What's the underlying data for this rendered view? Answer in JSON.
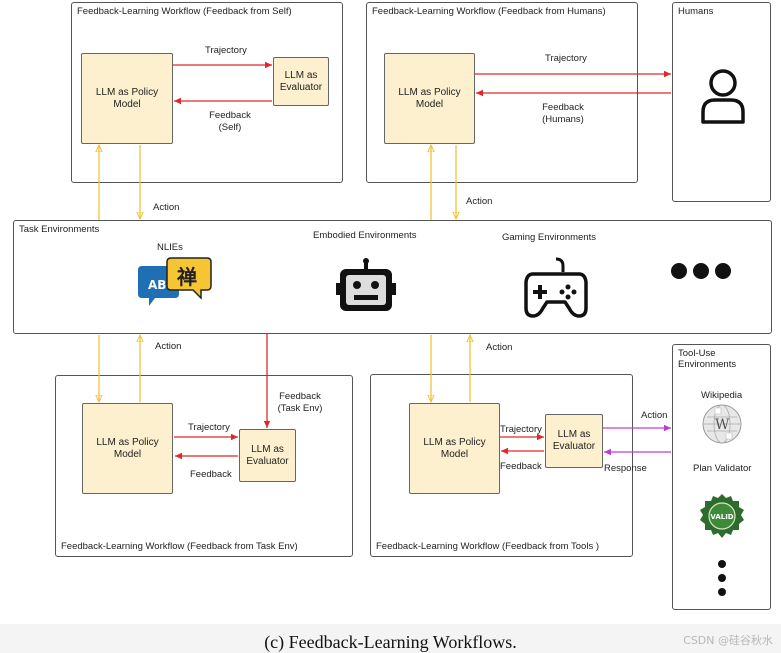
{
  "panels": {
    "self": {
      "title": "Feedback-Learning Workflow (Feedback from Self)",
      "policy": "LLM as Policy\nModel",
      "evaluator": "LLM as\nEvaluator",
      "trajectory": "Trajectory",
      "feedback": "Feedback\n(Self)"
    },
    "humans_flow": {
      "title": "Feedback-Learning Workflow (Feedback from Humans)",
      "policy": "LLM as Policy\nModel",
      "trajectory": "Trajectory",
      "feedback": "Feedback\n(Humans)"
    },
    "humans": {
      "title": "Humans"
    },
    "task_env": {
      "title": "Feedback-Learning Workflow (Feedback from Task Env)",
      "policy": "LLM as Policy\nModel",
      "evaluator": "LLM as\nEvaluator",
      "trajectory": "Trajectory",
      "feedback": "Feedback",
      "feedback_env": "Feedback\n(Task Env)"
    },
    "tools": {
      "title": "Feedback-Learning Workflow (Feedback from Tools )",
      "policy": "LLM as Policy\nModel",
      "evaluator": "LLM as\nEvaluator",
      "trajectory": "Trajectory",
      "feedback": "Feedback"
    }
  },
  "task_environments": {
    "title": "Task Environments",
    "items": [
      "NLIEs",
      "Embodied Environments",
      "Gaming Environments"
    ]
  },
  "tool_use": {
    "title": "Tool-Use\nEnvironments",
    "items": [
      "Wikipedia",
      "Plan Validator"
    ],
    "badge_text": "VALID",
    "action": "Action",
    "response": "Response"
  },
  "action_labels": {
    "top_left": "Action",
    "top_right": "Action",
    "bottom_left": "Action",
    "bottom_right": "Action"
  },
  "caption": "(c) Feedback-Learning Workflows.",
  "watermark": "CSDN @硅谷秋水",
  "colors": {
    "node_fill": "#fdf0cf",
    "red": "#e02828",
    "yellow": "#f4c23a",
    "purple": "#c23ad6"
  },
  "icons": [
    "user-icon",
    "translate-bubbles-icon",
    "robot-icon",
    "gamepad-icon",
    "ellipsis-icon",
    "wikipedia-globe-icon",
    "valid-badge-icon",
    "vertical-ellipsis-icon"
  ]
}
